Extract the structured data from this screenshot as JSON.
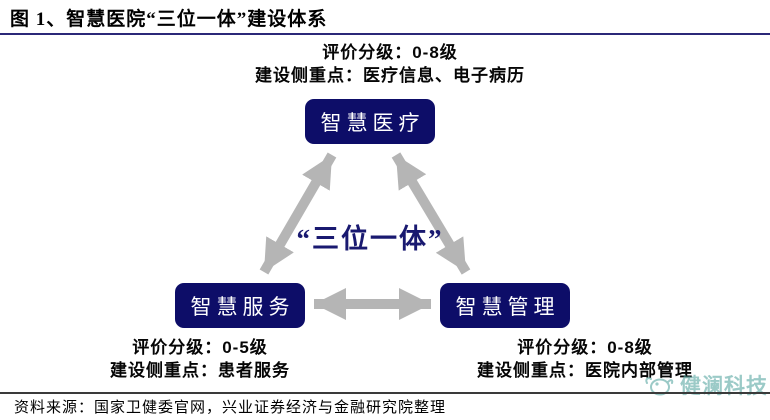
{
  "figure": {
    "title": "图 1、智慧医院“三位一体”建设体系",
    "source": "资料来源：国家卫健委官网，兴业证券经济与金融研究院整理"
  },
  "diagram": {
    "center_label": "“三位一体”",
    "nodes": [
      {
        "id": "smart-medical",
        "label": "智慧医疗",
        "grade": "评价分级：0-8级",
        "focus": "建设侧重点：医疗信息、电子病历"
      },
      {
        "id": "smart-service",
        "label": "智慧服务",
        "grade": "评价分级：0-5级",
        "focus": "建设侧重点：患者服务"
      },
      {
        "id": "smart-management",
        "label": "智慧管理",
        "grade": "评价分级：0-8级",
        "focus": "建设侧重点：医院内部管理"
      }
    ],
    "colors": {
      "node_background": "#0d0d68",
      "node_text": "#ffffff",
      "arrow": "#b5b5b5",
      "accent_navy": "#191970",
      "rule_navy": "#2b2878",
      "rule_dark": "#3a3a3a",
      "watermark_teal": "#5aa7a2"
    }
  },
  "watermark": {
    "text": "健澜科技",
    "icon": "jianlan-logo-icon"
  }
}
